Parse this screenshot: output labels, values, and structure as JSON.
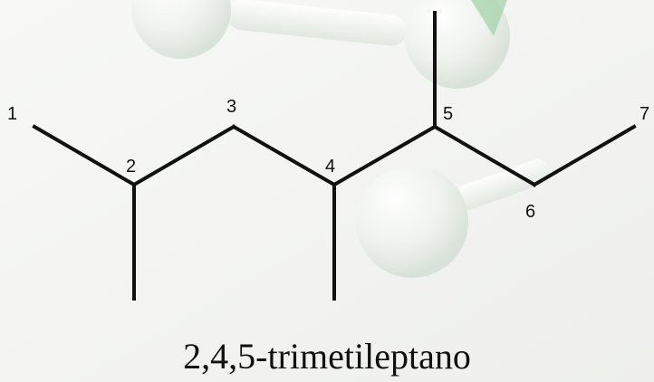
{
  "molecule": {
    "name": "2,4,5-trimetileptano",
    "carbon_numbers": [
      "1",
      "2",
      "3",
      "4",
      "5",
      "6",
      "7"
    ],
    "bond_color": "#111111"
  },
  "background": {
    "base_color": "#f3f4f1",
    "sphere_color": "#e4ebe3",
    "accent_color": "#9fd2a5"
  }
}
